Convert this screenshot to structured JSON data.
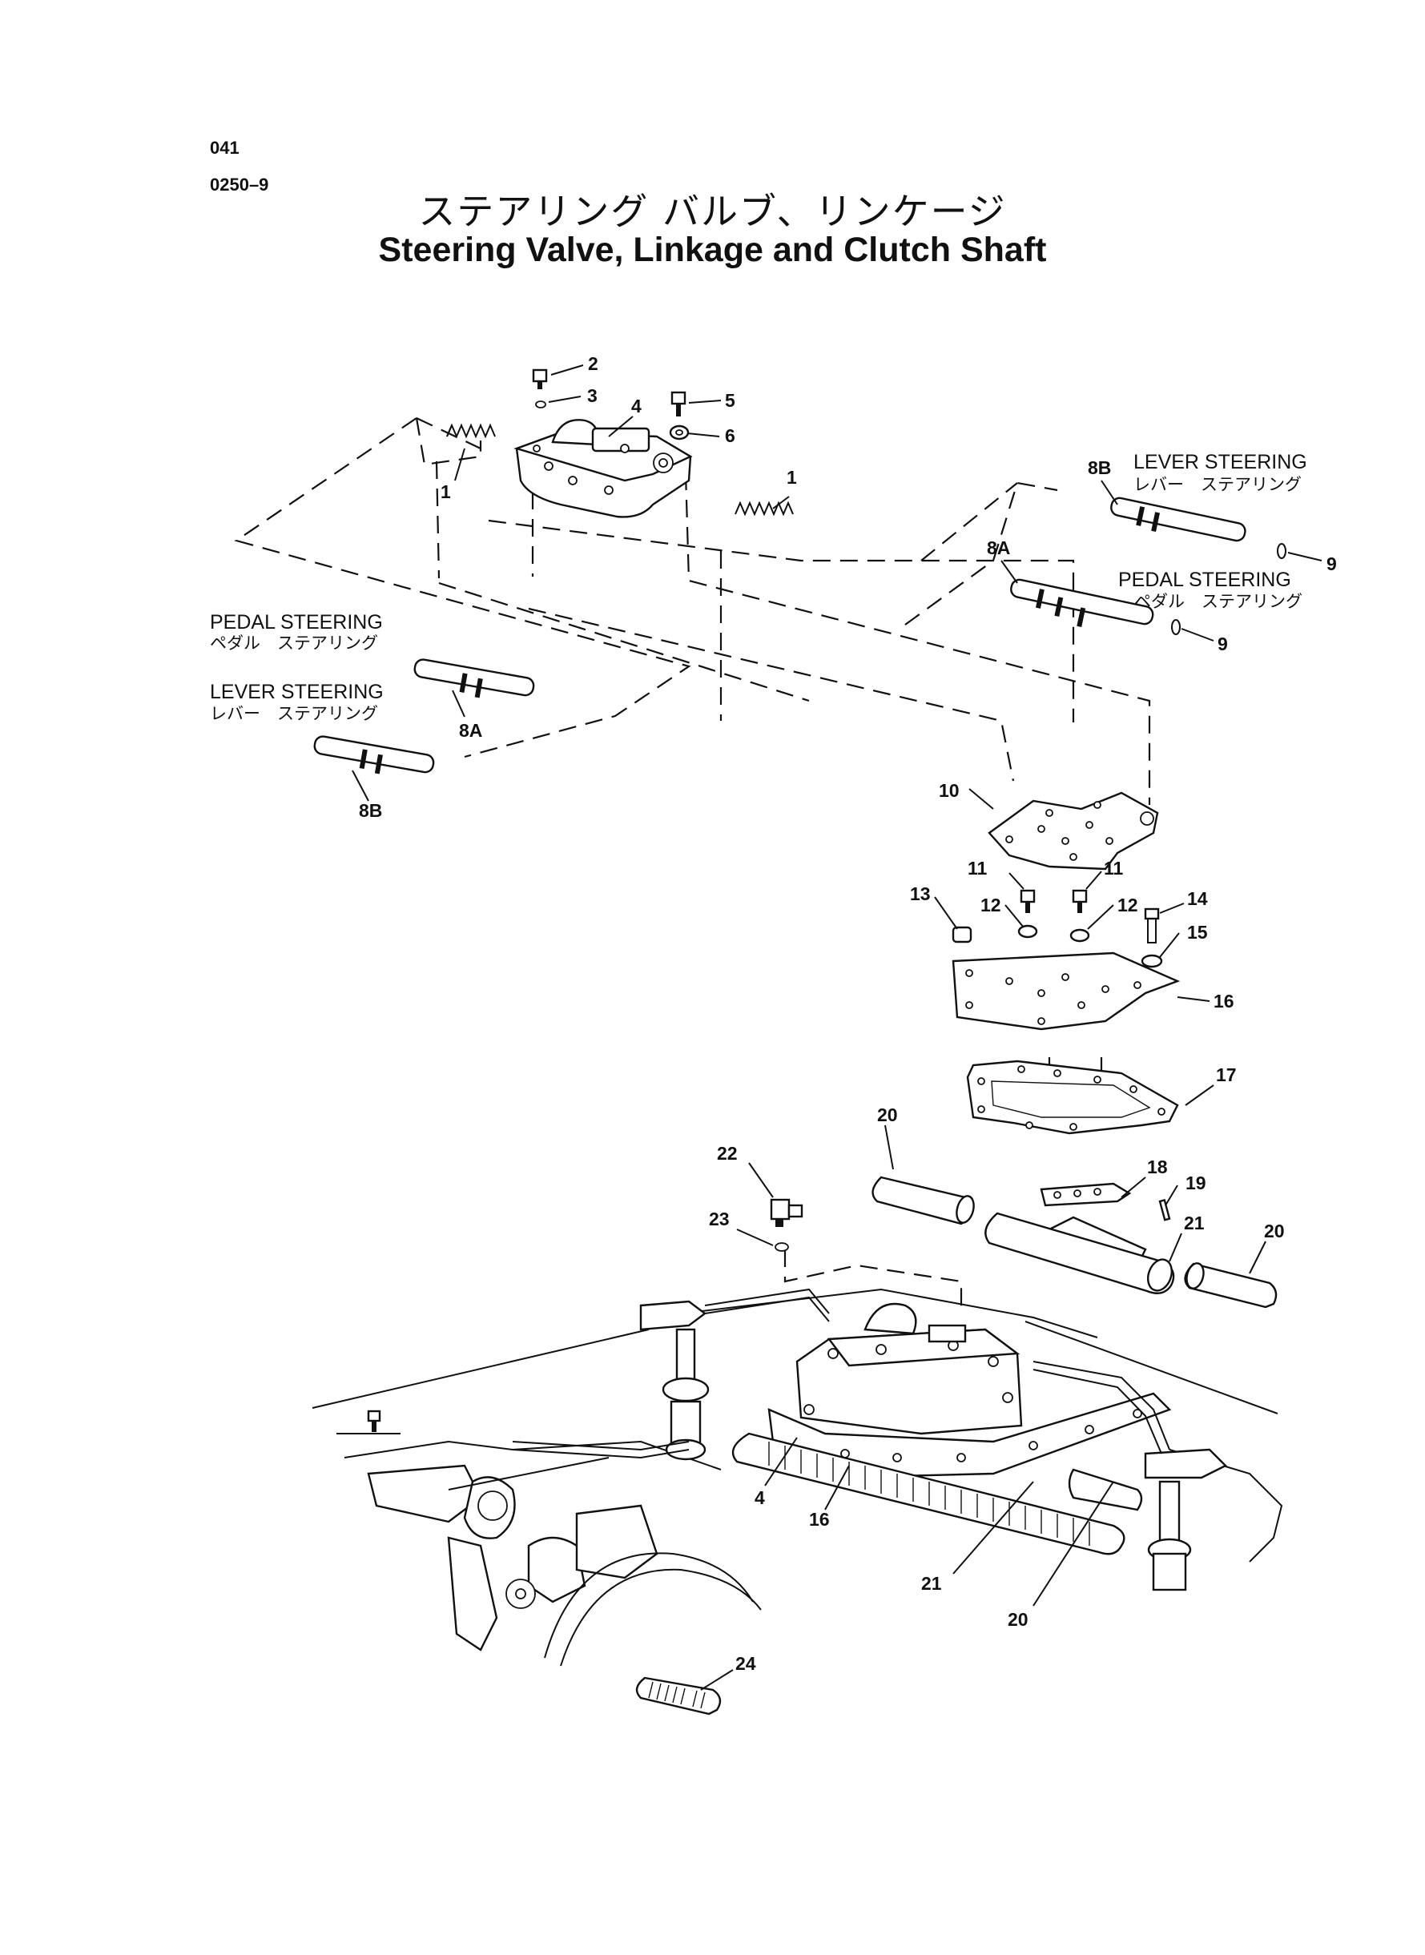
{
  "header": {
    "page_code": "041",
    "section_code": "0250–9",
    "title_jp": "ステアリング バルブ、リンケージ",
    "title_en": "Steering Valve, Linkage and Clutch Shaft"
  },
  "labels": {
    "lever_steering": "LEVER STEERING",
    "lever_steering_jp": "レバー　ステアリング",
    "pedal_steering": "PEDAL STEERING",
    "pedal_steering_jp": "ペダル　ステアリング"
  },
  "callouts": [
    "1",
    "2",
    "3",
    "4",
    "5",
    "6",
    "8A",
    "8B",
    "9",
    "10",
    "11",
    "12",
    "13",
    "14",
    "15",
    "16",
    "17",
    "18",
    "19",
    "20",
    "21",
    "22",
    "23",
    "24"
  ]
}
